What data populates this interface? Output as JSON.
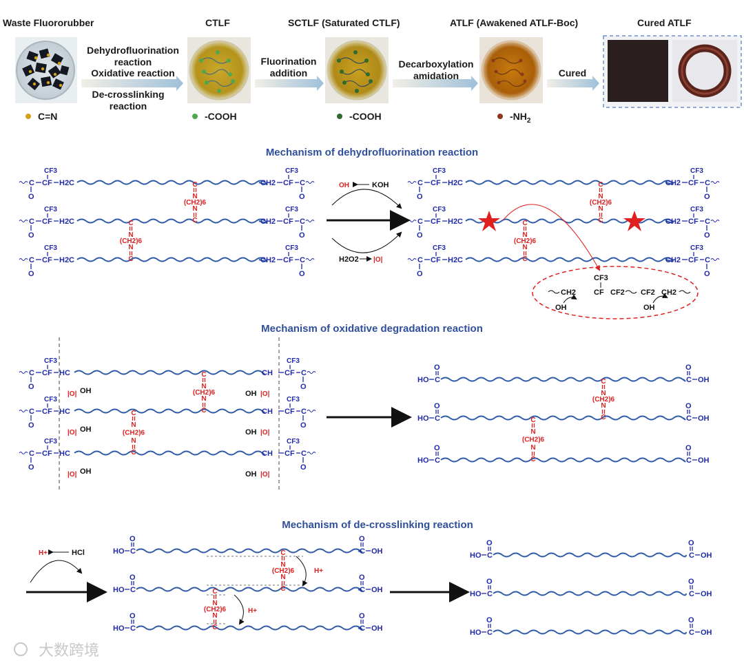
{
  "process": {
    "steps": [
      {
        "title": "Waste Fluororubber",
        "legend": "C=N",
        "legend_color": "#d2a21a"
      },
      {
        "title": "CTLF",
        "legend": "-COOH",
        "legend_color": "#4fa84f"
      },
      {
        "title": "SCTLF (Saturated CTLF)",
        "legend": "-COOH",
        "legend_color": "#2f6a2f"
      },
      {
        "title": "ATLF (Awakened ATLF-Boc)",
        "legend": "-NH",
        "legend_sub": "2",
        "legend_color": "#8a3a1a"
      },
      {
        "title": "Cured ATLF"
      }
    ],
    "arrows": [
      {
        "line1": "Dehydrofluorination",
        "line2": "reaction",
        "line3": "Oxidative reaction",
        "line4": "De-crosslinking",
        "line5": "reaction"
      },
      {
        "line1": "Fluorination",
        "line2": "addition"
      },
      {
        "line1": "Decarboxylation",
        "line2": "amidation"
      },
      {
        "line1": "Cured"
      }
    ]
  },
  "sections": {
    "dehydro_title": "Mechanism of dehydrofluorination reaction",
    "oxid_title": "Mechanism of oxidative degradation reaction",
    "decross_title": "Mechanism of de-crosslinking reaction"
  },
  "chem": {
    "cf3": "CF3",
    "cf": "CF",
    "h2c": "H2C",
    "ch2": "CH2",
    "c": "C",
    "o": "O",
    "n": "N",
    "ch2_6": "(CH2)6",
    "hc": "HC",
    "ch": "CH",
    "oh": "OH",
    "ho": "HO",
    "koh": "KOH",
    "h2o2": "H2O2",
    "o_rad": "|O|",
    "hcl": "HCl",
    "h_plus": "H+",
    "oh_minus": "OH-",
    "cf2": "CF2"
  },
  "watermark": "大数跨境"
}
